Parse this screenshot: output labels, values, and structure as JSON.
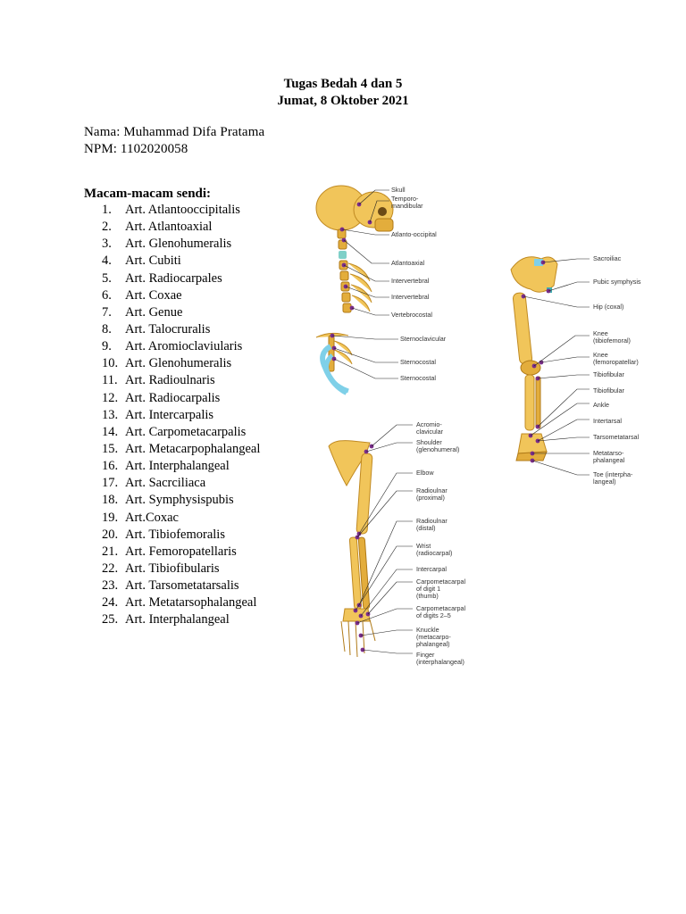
{
  "document": {
    "title": "Tugas Bedah 4 dan 5",
    "date": "Jumat, 8 Oktober 2021",
    "name_line": "Nama: Muhammad Difa Pratama",
    "npm_line": "NPM: 1102020058",
    "list_heading": "Macam-macam sendi:",
    "joints": [
      {
        "num": "1.",
        "label": "Art. Atlantooccipitalis"
      },
      {
        "num": "2.",
        "label": "Art. Atlantoaxial"
      },
      {
        "num": "3.",
        "label": "Art. Glenohumeralis"
      },
      {
        "num": "4.",
        "label": "Art. Cubiti"
      },
      {
        "num": "5.",
        "label": "Art. Radiocarpales"
      },
      {
        "num": "6.",
        "label": "Art. Coxae"
      },
      {
        "num": "7.",
        "label": "Art. Genue"
      },
      {
        "num": "8.",
        "label": "Art. Talocruralis"
      },
      {
        "num": "9.",
        "label": "Art. Aromioclaviularis"
      },
      {
        "num": "10.",
        "label": "Art. Glenohumeralis"
      },
      {
        "num": "11.",
        "label": "Art. Radioulnaris"
      },
      {
        "num": "12.",
        "label": "Art. Radiocarpalis"
      },
      {
        "num": "13.",
        "label": "Art. Intercarpalis"
      },
      {
        "num": "14.",
        "label": "Art. Carpometacarpalis"
      },
      {
        "num": "15.",
        "label": "Art. Metacarpophalangeal"
      },
      {
        "num": "16.",
        "label": "Art. Interphalangeal"
      },
      {
        "num": "17.",
        "label": "Art. Sacrciliaca"
      },
      {
        "num": "18.",
        "label": "Art. Symphysispubis"
      },
      {
        "num": "19.",
        "label": "Art.Coxac"
      },
      {
        "num": "20.",
        "label": "Art. Tibiofemoralis"
      },
      {
        "num": "21.",
        "label": "Art. Femoropatellaris"
      },
      {
        "num": "22.",
        "label": "Art. Tibiofibularis"
      },
      {
        "num": "23.",
        "label": "Art. Tarsometatarsalis"
      },
      {
        "num": "24.",
        "label": "Art. Metatarsophalangeal"
      },
      {
        "num": "25.",
        "label": "Art. Interphalangeal"
      }
    ]
  },
  "figures": {
    "skull_spine": {
      "skull": "Skull",
      "tmj_1": "Temporo-",
      "tmj_2": "mandibular",
      "atlanto_occipital": "Atlanto-occipital",
      "atlantoaxial": "Atlantoaxial",
      "intervertebral_1": "Intervertebral",
      "intervertebral_2": "Intervertebral",
      "vertebrocostal": "Vertebrocostal"
    },
    "thorax": {
      "sternoclavicular": "Sternoclavicular",
      "sternocostal_1": "Sternocostal",
      "sternocostal_2": "Sternocostal"
    },
    "leg": {
      "sacroiliac": "Sacroiliac",
      "pubic_symphysis": "Pubic symphysis",
      "hip": "Hip (coxal)",
      "knee_tf_1": "Knee",
      "knee_tf_2": "(tibiofemoral)",
      "knee_fp_1": "Knee",
      "knee_fp_2": "(femoropatellar)",
      "tibiofibular_1": "Tibiofibular",
      "tibiofibular_2": "Tibiofibular",
      "ankle": "Ankle",
      "intertarsal": "Intertarsal",
      "tarsometatarsal": "Tarsometatarsal",
      "metatarso_1": "Metatarso-",
      "metatarso_2": "phalangeal",
      "toe_1": "Toe (interpha-",
      "toe_2": "langeal)"
    },
    "arm": {
      "acromio_1": "Acromio-",
      "acromio_2": "clavicular",
      "shoulder_1": "Shoulder",
      "shoulder_2": "(glenohumeral)",
      "elbow": "Elbow",
      "radioulnar_p_1": "Radioulnar",
      "radioulnar_p_2": "(proximal)",
      "radioulnar_d_1": "Radioulnar",
      "radioulnar_d_2": "(distal)",
      "wrist_1": "Wrist",
      "wrist_2": "(radiocarpal)",
      "intercarpal": "Intercarpal",
      "cmc1_1": "Carpometacarpal",
      "cmc1_2": "of digit 1",
      "cmc1_3": "(thumb)",
      "cmc25_1": "Carpometacarpal",
      "cmc25_2": "of digits 2–5",
      "knuckle_1": "Knuckle",
      "knuckle_2": "(metacarpo-",
      "knuckle_3": "phalangeal)",
      "finger_1": "Finger",
      "finger_2": "(interphalangeal)"
    }
  }
}
